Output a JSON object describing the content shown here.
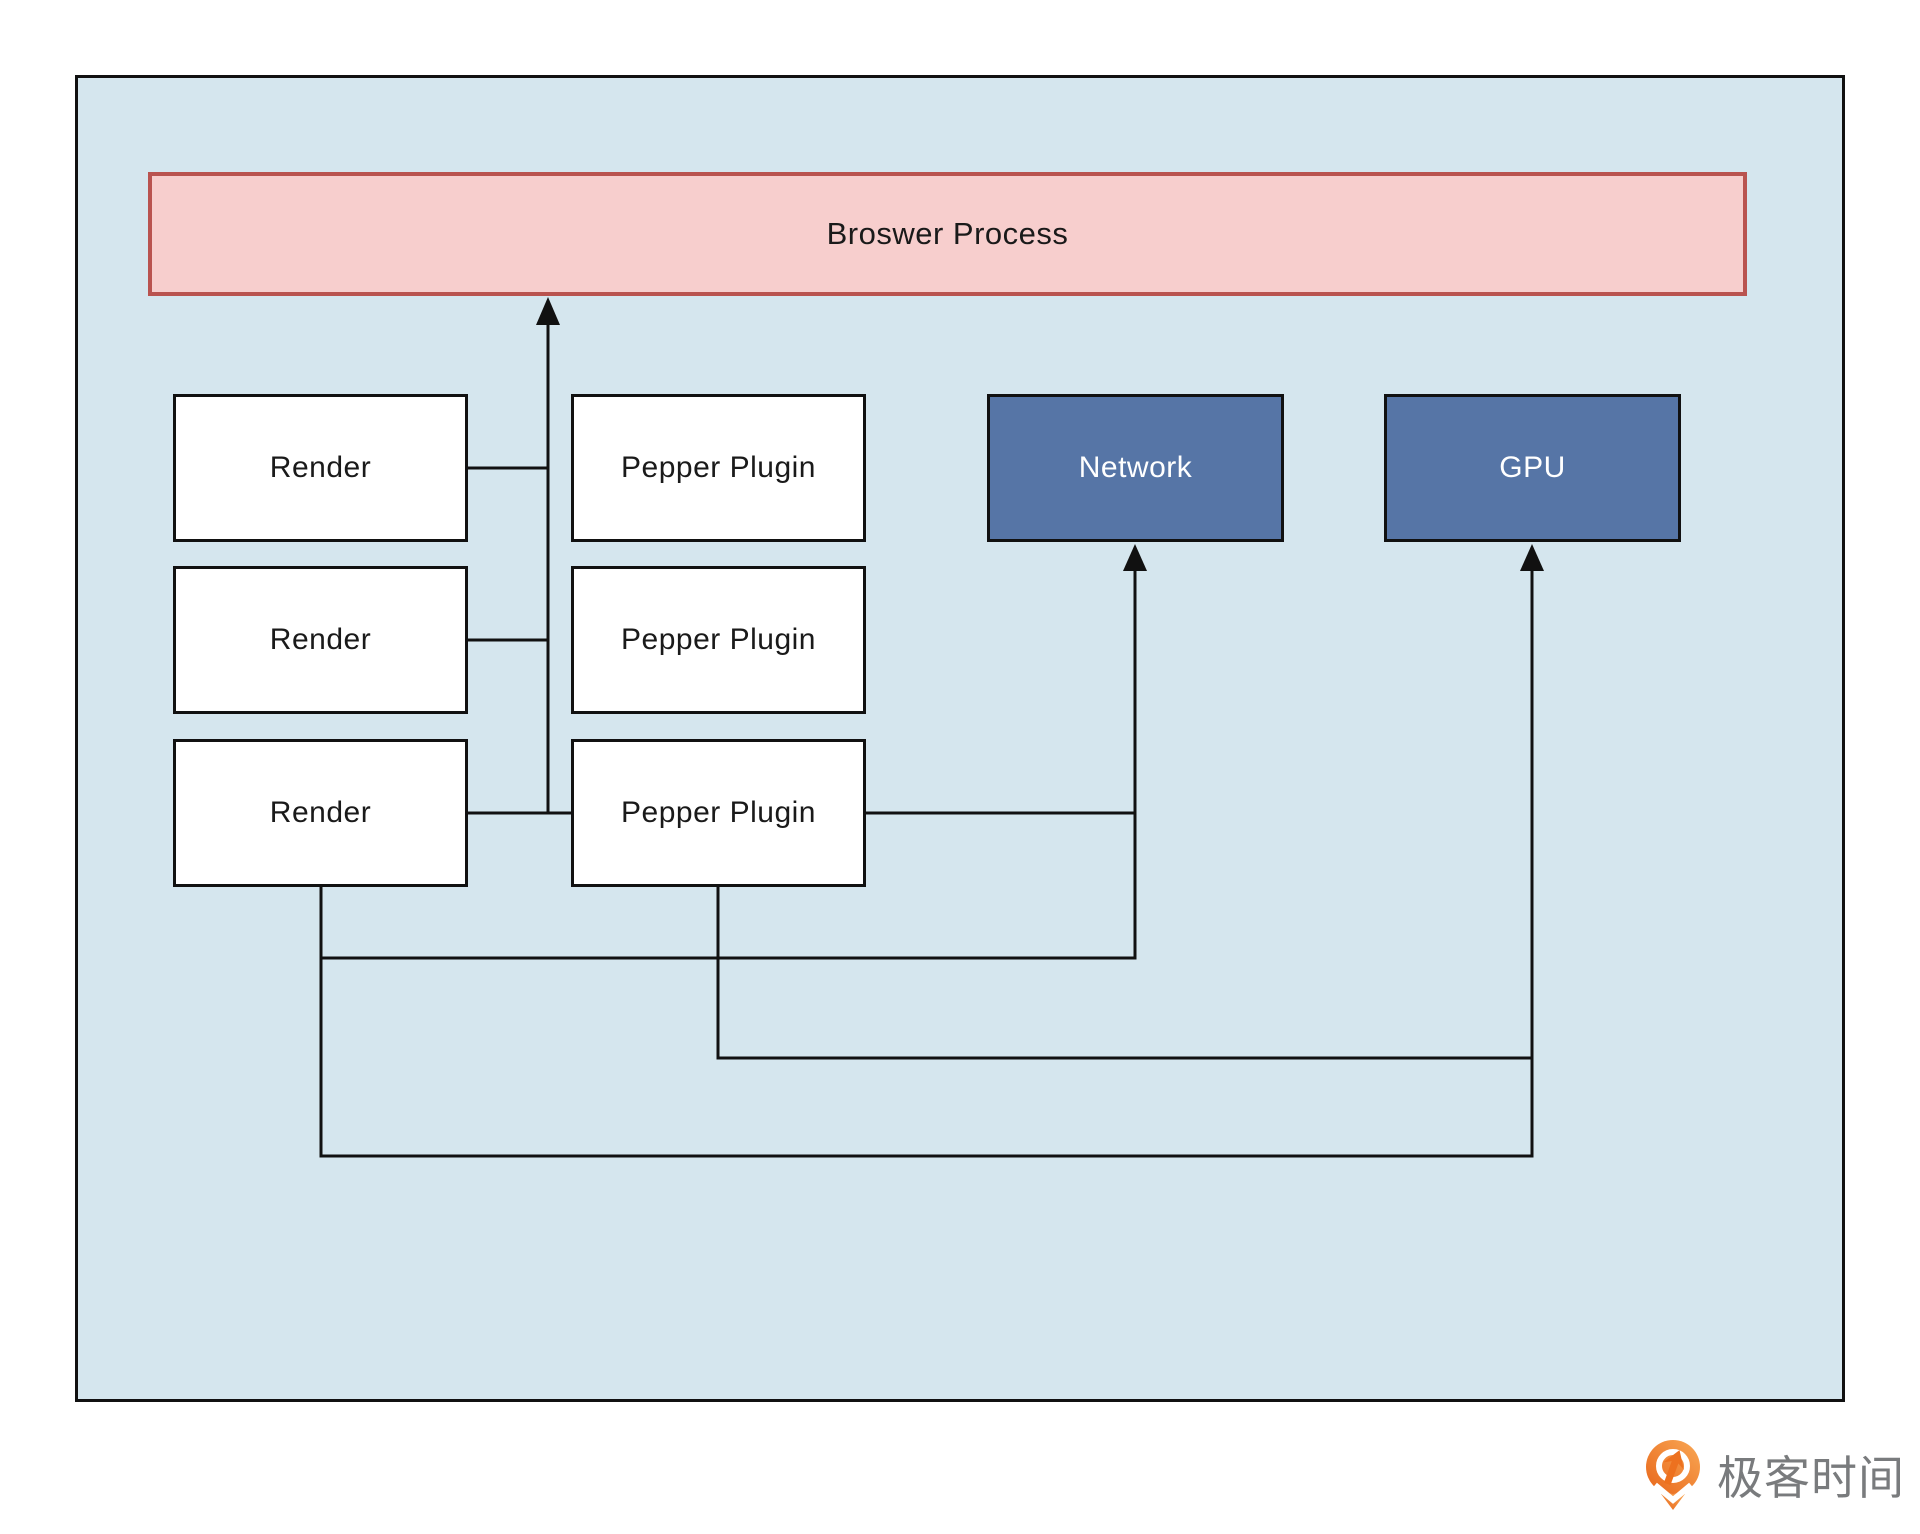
{
  "diagram": {
    "canvas_bg": "#d5e6ee",
    "line_color": "#111111",
    "title_box": {
      "label": "Broswer Process",
      "fill": "#f7cecd",
      "border": "#b9534f"
    },
    "render_boxes": [
      {
        "label": "Render"
      },
      {
        "label": "Render"
      },
      {
        "label": "Render"
      }
    ],
    "plugin_boxes": [
      {
        "label": "Pepper Plugin"
      },
      {
        "label": "Pepper Plugin"
      },
      {
        "label": "Pepper Plugin"
      }
    ],
    "service_boxes": [
      {
        "label": "Network",
        "fill": "#5675a6"
      },
      {
        "label": "GPU",
        "fill": "#5675a6"
      }
    ]
  },
  "footer": {
    "brand_text": "极客时间",
    "brand_color": "#797b7d",
    "icon": "geektime-pin-icon",
    "icon_color": "#ed711f"
  }
}
